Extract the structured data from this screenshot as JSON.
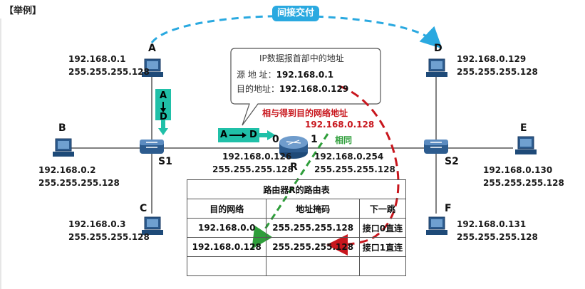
{
  "header": {
    "example_label": "【举例】"
  },
  "indirect_delivery": "间接交付",
  "hosts": {
    "A": {
      "name": "A",
      "ip": "192.168.0.1",
      "mask": "255.255.255.128"
    },
    "B": {
      "name": "B",
      "ip": "192.168.0.2",
      "mask": "255.255.255.128"
    },
    "C": {
      "name": "C",
      "ip": "192.168.0.3",
      "mask": "255.255.255.128"
    },
    "D": {
      "name": "D",
      "ip": "192.168.0.129",
      "mask": "255.255.255.128"
    },
    "E": {
      "name": "E",
      "ip": "192.168.0.130",
      "mask": "255.255.255.128"
    },
    "F": {
      "name": "F",
      "ip": "192.168.0.131",
      "mask": "255.255.255.128"
    }
  },
  "switches": {
    "S1": "S1",
    "S2": "S2"
  },
  "router": {
    "name": "R",
    "port0": "0",
    "port1": "1",
    "port0_ip": "192.168.0.126",
    "port0_mask": "255.255.255.128",
    "port1_ip": "192.168.0.254",
    "port1_mask": "255.255.255.128"
  },
  "callout": {
    "title": "IP数据报首部中的地址",
    "src_label": "源 地 址：",
    "src_value": "192.168.0.1",
    "dst_label": "目的地址：",
    "dst_value": "192.168.0.129"
  },
  "and_result": {
    "label": "相与得到目的网络地址",
    "value": "192.168.0.128",
    "same": "相同"
  },
  "flow_tags": {
    "vertical_a": "A",
    "vertical_d": "D",
    "horizontal_a": "A",
    "horizontal_d": "D"
  },
  "routing_table": {
    "title": "路由器R的路由表",
    "headers": [
      "目的网络",
      "地址掩码",
      "下一跳"
    ],
    "rows": [
      [
        "192.168.0.0",
        "255.255.255.128",
        "接口0直连"
      ],
      [
        "192.168.0.128",
        "255.255.255.128",
        "接口1直连"
      ],
      [
        "",
        "",
        ""
      ]
    ]
  },
  "colors": {
    "indirect_badge": "#2aa9e0",
    "dashed_blue": "#2aa9e0",
    "dashed_red": "#c8161d",
    "dashed_green": "#2e9e3a",
    "flow_tag": "#20c0a8"
  }
}
